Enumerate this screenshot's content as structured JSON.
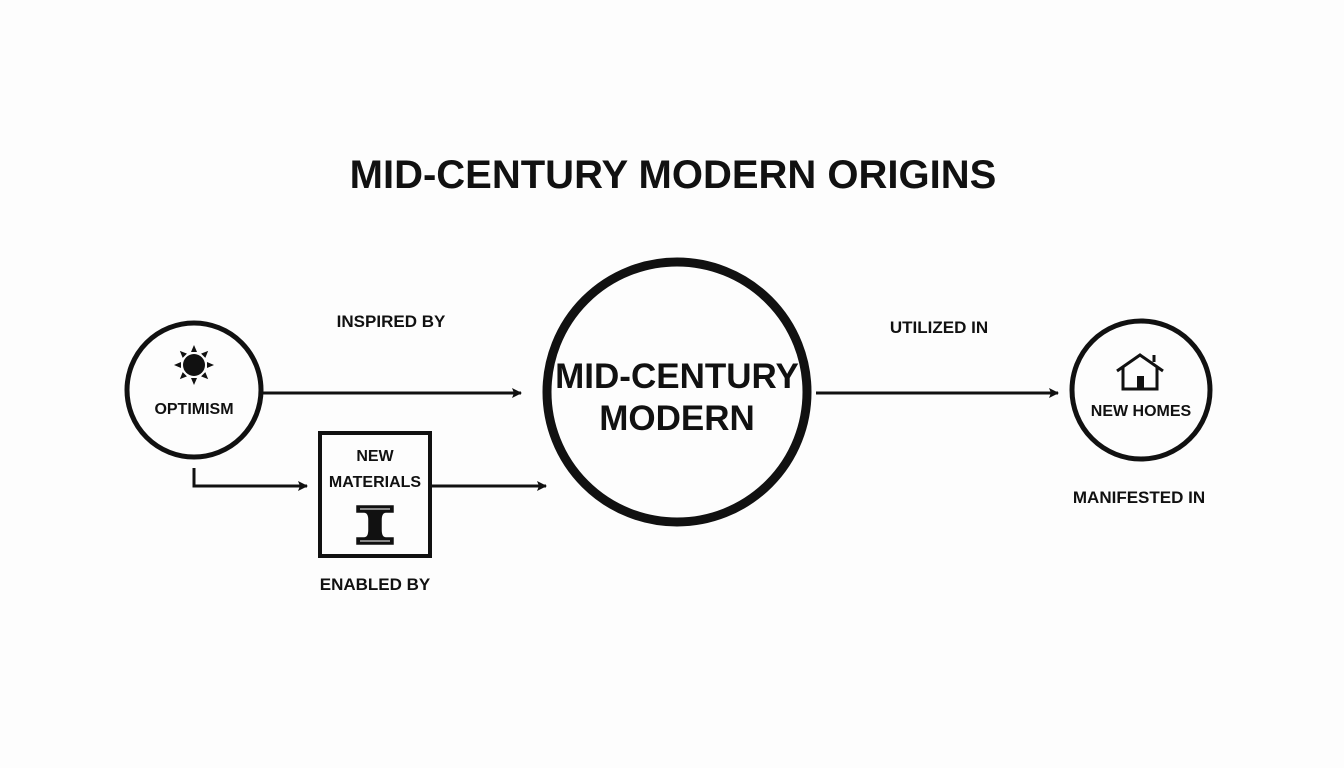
{
  "title": "MID-CENTURY MODERN ORIGINS",
  "nodes": {
    "optimism": {
      "label": "OPTIMISM",
      "icon": "sun-icon"
    },
    "materials": {
      "line1": "NEW",
      "line2": "MATERIALS",
      "icon": "steel-i-beam-icon"
    },
    "center": {
      "line1": "MID-CENTURY",
      "line2": "MODERN"
    },
    "homes": {
      "label": "NEW HOMES",
      "icon": "house-icon"
    }
  },
  "edges": {
    "inspired_by": "INSPIRED BY",
    "enabled_by": "ENABLED BY",
    "utilized_in": "UTILIZED IN",
    "manifested_in": "MANIFESTED IN"
  },
  "colors": {
    "ink": "#111111",
    "background": "#fdfdfd"
  }
}
